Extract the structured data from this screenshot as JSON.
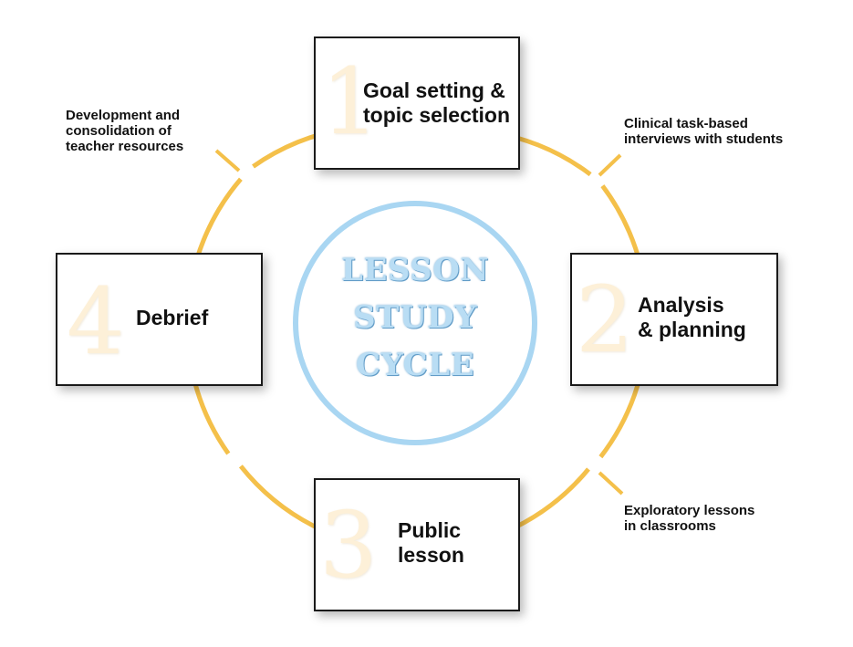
{
  "center": {
    "title": "LESSON\nSTUDY\nCYCLE"
  },
  "steps": [
    {
      "number": "1",
      "title": "Goal setting &\ntopic selection"
    },
    {
      "number": "2",
      "title": "Analysis\n& planning"
    },
    {
      "number": "3",
      "title": "Public\nlesson"
    },
    {
      "number": "4",
      "title": "Debrief"
    }
  ],
  "annotations": {
    "top_right": "Clinical task-based\ninterviews with students",
    "bottom_right": "Exploratory lessons\nin classrooms",
    "top_left": "Development and\nconsolidation of\nteacher resources"
  },
  "colors": {
    "ring": "#f4c04a",
    "center_circle": "#a9d6f2",
    "center_text": "#b9ddf4",
    "numeral": "#fdf0d8",
    "box_border": "#1a1a1a"
  }
}
